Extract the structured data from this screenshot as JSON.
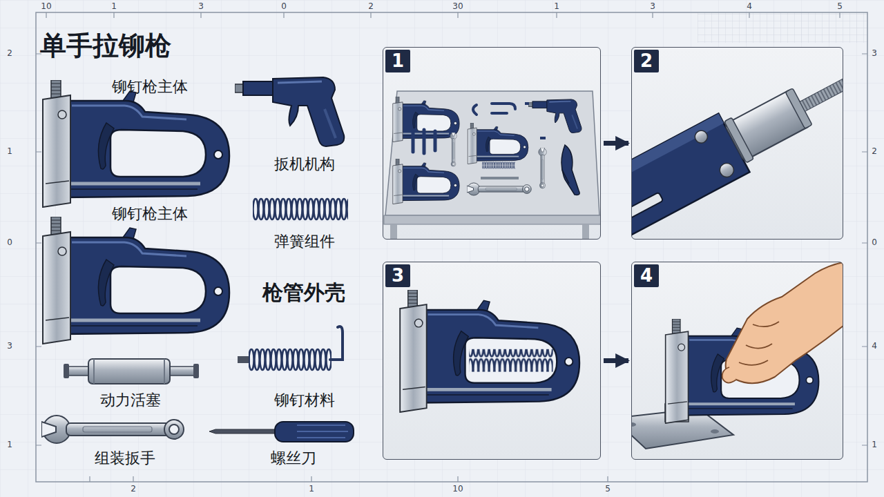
{
  "diagram": {
    "title": "单手拉铆枪",
    "nodes": [
      {
        "text": [
          "1"
        ]
      },
      {
        "text": [
          "2"
        ]
      },
      {
        "text": [
          "3"
        ]
      },
      {
        "text": [
          "4"
        ]
      }
    ],
    "edges": [
      {
        "from": 0,
        "to": 1,
        "arrow": "to"
      },
      {
        "from": 2,
        "to": 3,
        "arrow": "to"
      }
    ],
    "labels": [
      "铆钉枪主体",
      "扳机机构",
      "铆钉枪主体",
      "弹簧组件",
      "枪管外壳",
      "动力活塞",
      "铆钉材料",
      "组装扳手",
      "螺丝刀",
      "10",
      "1",
      "3",
      "0",
      "2",
      "30",
      "1",
      "3",
      "4",
      "5",
      "2",
      "1",
      "0",
      "3",
      "1",
      "3",
      "2",
      "0",
      "4",
      "1",
      "2",
      "1",
      "10",
      "5"
    ]
  }
}
